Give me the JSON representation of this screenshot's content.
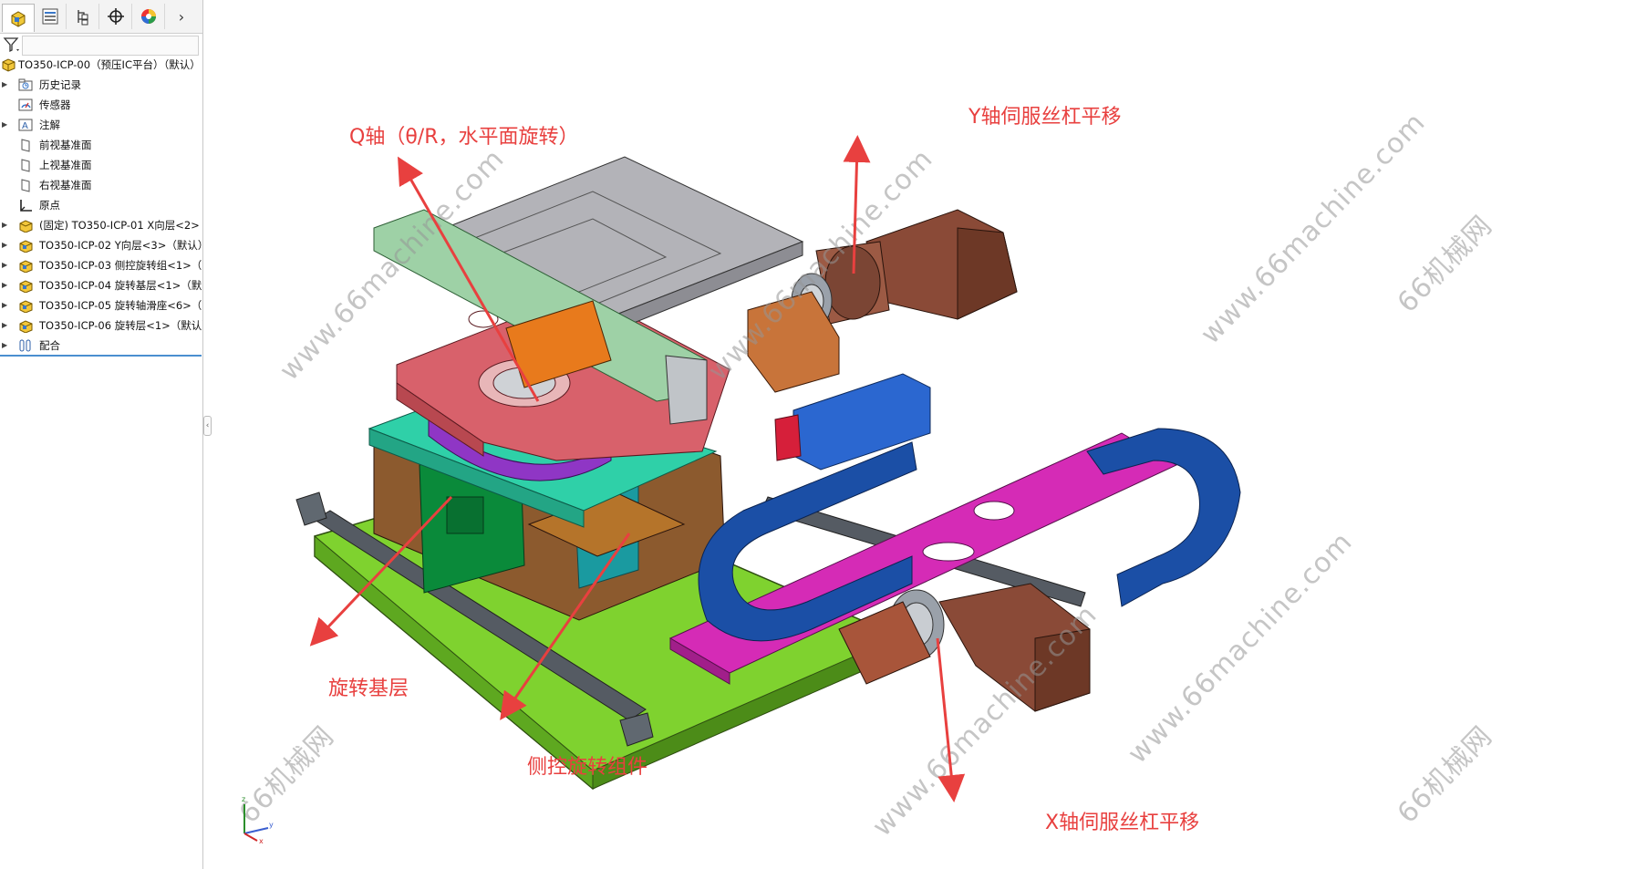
{
  "tabs": [
    {
      "name": "feature-manager",
      "icon": "assembly-tree-icon"
    },
    {
      "name": "property-manager",
      "icon": "property-list-icon"
    },
    {
      "name": "configuration-manager",
      "icon": "configuration-icon"
    },
    {
      "name": "dimxpert-manager",
      "icon": "crosshair-icon"
    },
    {
      "name": "display-manager",
      "icon": "color-wheel-icon"
    }
  ],
  "tab_overflow": "›",
  "tree": {
    "root": "TO350-ICP-00（预压IC平台）（默认）",
    "items": [
      {
        "label": "历史记录",
        "icon": "history-folder-icon",
        "expandable": true
      },
      {
        "label": "传感器",
        "icon": "sensor-icon",
        "expandable": false
      },
      {
        "label": "注解",
        "icon": "annotation-icon",
        "expandable": true
      },
      {
        "label": "前视基准面",
        "icon": "plane-icon",
        "expandable": false
      },
      {
        "label": "上视基准面",
        "icon": "plane-icon",
        "expandable": false
      },
      {
        "label": "右视基准面",
        "icon": "plane-icon",
        "expandable": false
      },
      {
        "label": "原点",
        "icon": "origin-icon",
        "expandable": false
      },
      {
        "label": "(固定) TO350-ICP-01 X向层<2>",
        "icon": "fixed-part-icon",
        "expandable": true
      },
      {
        "label": "TO350-ICP-02 Y向层<3>（默认）",
        "icon": "subassembly-icon",
        "expandable": true
      },
      {
        "label": "TO350-ICP-03 侧控旋转组<1>（",
        "icon": "subassembly-icon",
        "expandable": true
      },
      {
        "label": "TO350-ICP-04 旋转基层<1>（默",
        "icon": "subassembly-icon",
        "expandable": true
      },
      {
        "label": "TO350-ICP-05 旋转轴滑座<6>（",
        "icon": "subassembly-icon",
        "expandable": true
      },
      {
        "label": "TO350-ICP-06 旋转层<1>（默认）",
        "icon": "subassembly-icon",
        "expandable": true
      },
      {
        "label": "配合",
        "icon": "mates-icon",
        "expandable": true
      }
    ]
  },
  "annotations": {
    "q_axis": "Q轴（θ/R，水平面旋转）",
    "y_axis": "Y轴伺服丝杠平移",
    "rotation_base": "旋转基层",
    "side_rotation": "侧控旋转组件",
    "x_axis": "X轴伺服丝杠平移"
  },
  "watermarks": {
    "url": "www.66machine.com",
    "brand": "66机械网"
  },
  "triad": {
    "z": "z",
    "y": "y",
    "x": "x"
  },
  "colors": {
    "annotation": "#e8403f",
    "base_plate": "#7cd22e",
    "drag_chain": "#1b4fa6",
    "y_plate": "#d52bb6",
    "rotation_plate": "#d8616b",
    "top_plate": "#b3b3b8",
    "motor": "#8a4a37"
  }
}
